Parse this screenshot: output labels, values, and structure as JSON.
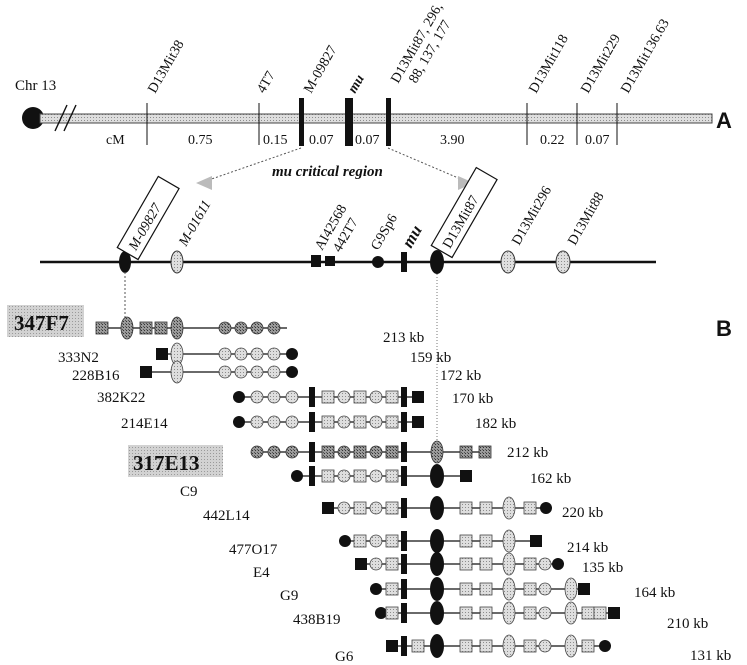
{
  "panel_a": {
    "panel_label": "A",
    "chromosome_label": "Chr 13",
    "unit_label": "cM",
    "markers": [
      "D13Mit38",
      "4T7",
      "M-09827",
      "mu",
      "D13Mit87, 296,",
      "88, 137, 177",
      "D13Mit118",
      "D13Mit229",
      "D13Mit136.63"
    ],
    "distances": [
      "0.75",
      "0.15",
      "0.07",
      "0.07",
      "3.90",
      "0.22",
      "0.07"
    ],
    "critical_region_label": "mu critical region"
  },
  "physical_map": {
    "markers": [
      "M-09827",
      "M-01611",
      "AI42568",
      "442T7",
      "G9Sp6",
      "mu",
      "D13Mit87",
      "D13Mit296",
      "D13Mit88"
    ]
  },
  "panel_b": {
    "panel_label": "B",
    "clones": [
      {
        "name": "347F7",
        "size": "213 kb",
        "highlighted": true
      },
      {
        "name": "333N2",
        "size": "159 kb",
        "highlighted": false
      },
      {
        "name": "228B16",
        "size": "172 kb",
        "highlighted": false
      },
      {
        "name": "382K22",
        "size": "170 kb",
        "highlighted": false
      },
      {
        "name": "214E14",
        "size": "182 kb",
        "highlighted": false
      },
      {
        "name": "317E13",
        "size": "212 kb",
        "highlighted": true
      },
      {
        "name": "C9",
        "size": "162 kb",
        "highlighted": false
      },
      {
        "name": "442L14",
        "size": "220 kb",
        "highlighted": false
      },
      {
        "name": "477O17",
        "size": "214 kb",
        "highlighted": false
      },
      {
        "name": "E4",
        "size": "135 kb",
        "highlighted": false
      },
      {
        "name": "G9",
        "size": "164 kb",
        "highlighted": false
      },
      {
        "name": "438B19",
        "size": "210 kb",
        "highlighted": false
      },
      {
        "name": "G6",
        "size": "131 kb",
        "highlighted": false
      }
    ]
  },
  "colors": {
    "line": "#111111",
    "dark_marker": "#111111",
    "light_marker": "#c8c8c8",
    "dark_gray_marker": "#8a8a8a",
    "chromosome_fill": "#d6d6d6",
    "highlight": "#bdbdbd"
  }
}
